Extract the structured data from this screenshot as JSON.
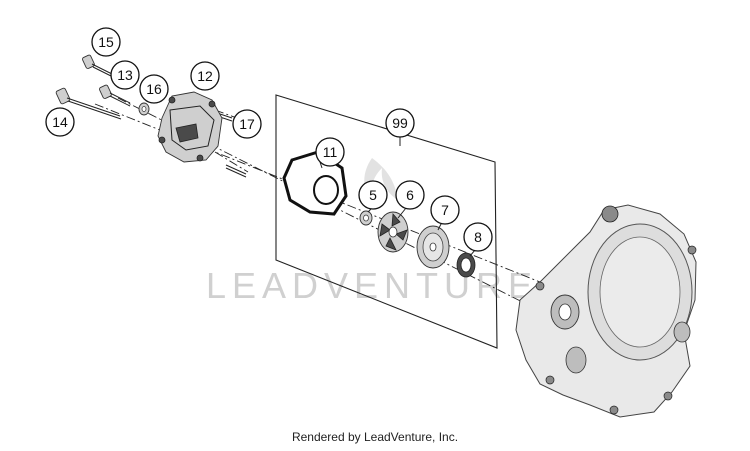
{
  "diagram": {
    "watermark_text": "LEADVENTURE",
    "footer_text": "Rendered by LeadVenture, Inc.",
    "callouts": [
      {
        "id": "15",
        "label": "15"
      },
      {
        "id": "13",
        "label": "13"
      },
      {
        "id": "16",
        "label": "16"
      },
      {
        "id": "12",
        "label": "12"
      },
      {
        "id": "14",
        "label": "14"
      },
      {
        "id": "17",
        "label": "17"
      },
      {
        "id": "99",
        "label": "99"
      },
      {
        "id": "11",
        "label": "11"
      },
      {
        "id": "5",
        "label": "5"
      },
      {
        "id": "6",
        "label": "6"
      },
      {
        "id": "7",
        "label": "7"
      },
      {
        "id": "8",
        "label": "8"
      }
    ]
  }
}
